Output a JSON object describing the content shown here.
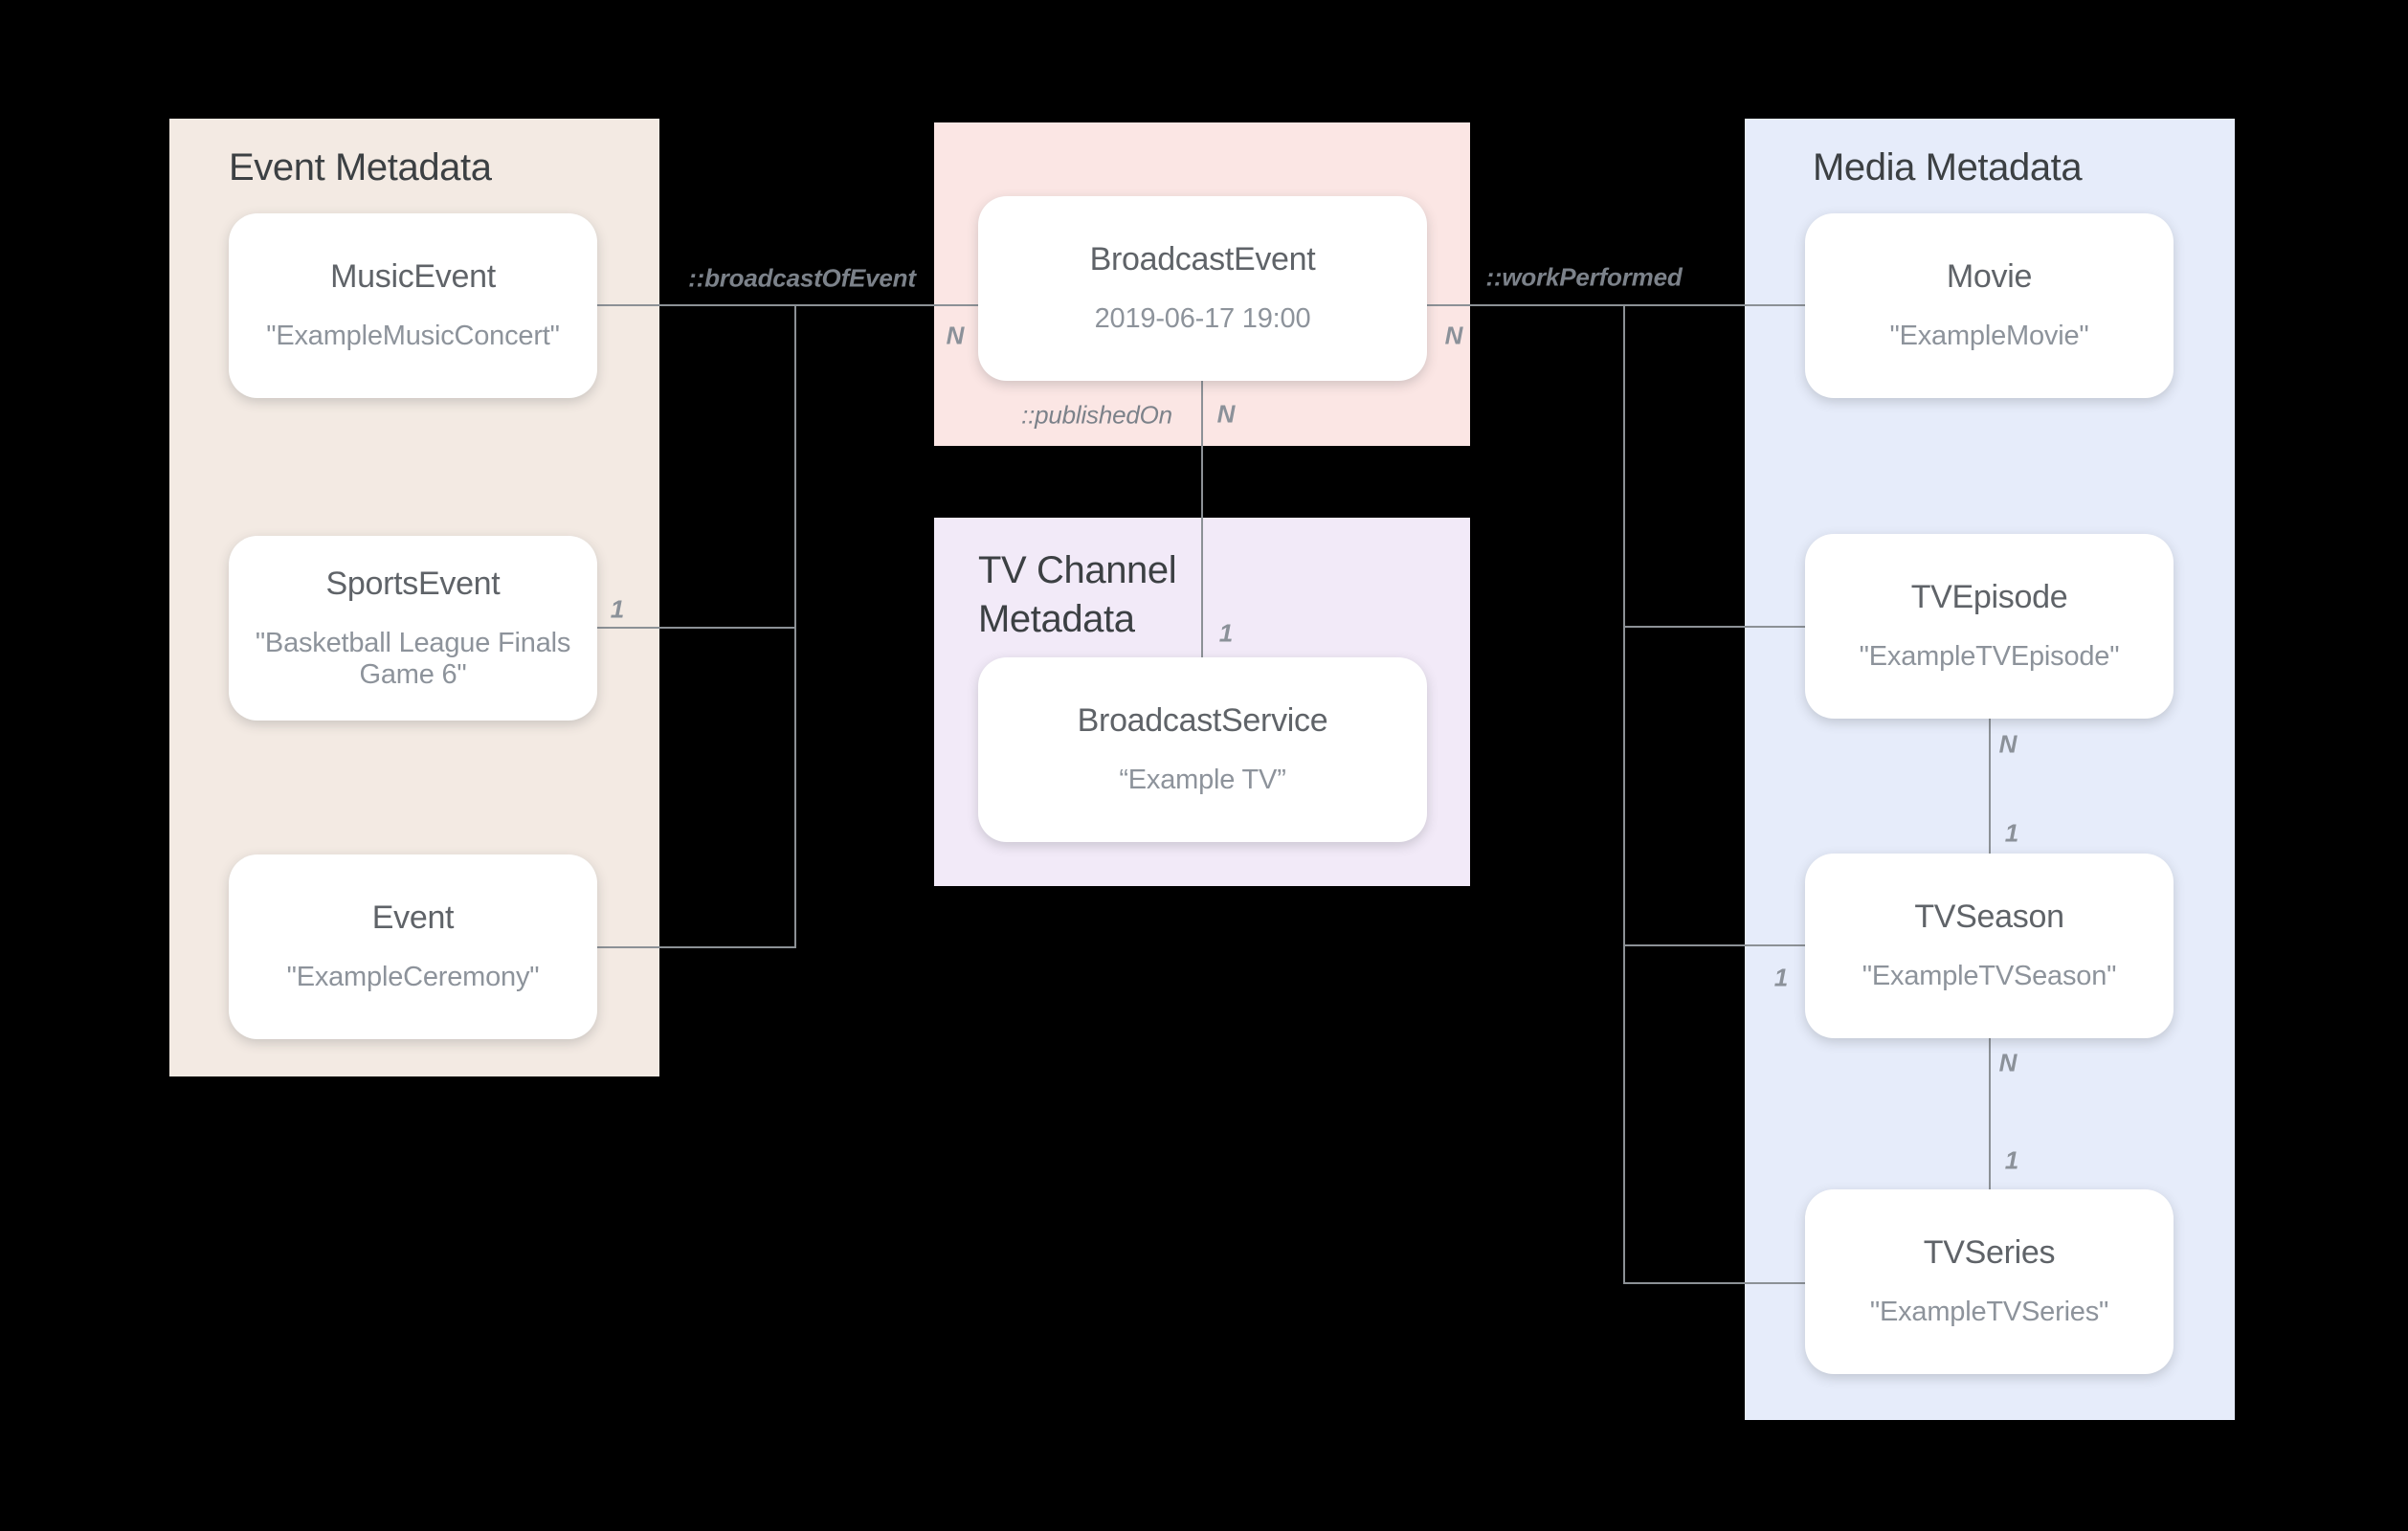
{
  "colors": {
    "background": "#000000",
    "event_panel_bg": "#f3eae3",
    "broadcast_panel_bg": "#fbe6e4",
    "tv_channel_panel_bg": "#f2eaf8",
    "media_panel_bg": "#e6ecfa",
    "card_bg": "#ffffff",
    "panel_title_text": "#3c4043",
    "card_title_text": "#5f6368",
    "card_subtitle_text": "#8d939b",
    "connector_line": "#8c9196",
    "edge_label_text": "#7c828a"
  },
  "panels": {
    "event": {
      "title": "Event Metadata"
    },
    "tv_channel": {
      "title": "TV Channel Metadata"
    },
    "media": {
      "title": "Media Metadata"
    }
  },
  "nodes": {
    "music_event": {
      "title": "MusicEvent",
      "subtitle": "\"ExampleMusicConcert\""
    },
    "sports_event": {
      "title": "SportsEvent",
      "subtitle": "\"Basketball League Finals Game 6\""
    },
    "event": {
      "title": "Event",
      "subtitle": "\"ExampleCeremony\""
    },
    "broadcast_event": {
      "title": "BroadcastEvent",
      "subtitle": "2019-06-17 19:00"
    },
    "broadcast_service": {
      "title": "BroadcastService",
      "subtitle": "“Example TV”"
    },
    "movie": {
      "title": "Movie",
      "subtitle": "\"ExampleMovie\""
    },
    "tv_episode": {
      "title": "TVEpisode",
      "subtitle": "\"ExampleTVEpisode\""
    },
    "tv_season": {
      "title": "TVSeason",
      "subtitle": "\"ExampleTVSeason\""
    },
    "tv_series": {
      "title": "TVSeries",
      "subtitle": "\"ExampleTVSeries\""
    }
  },
  "edges": {
    "broadcast_of_event": "::broadcastOfEvent",
    "published_on": "::publishedOn",
    "work_performed": "::workPerformed"
  },
  "cardinalities": {
    "broadcast_of_event_n": "N",
    "sports_event_1": "1",
    "published_on_n": "N",
    "published_on_1": "1",
    "work_performed_n": "N",
    "tv_season_branch_1": "1",
    "episode_season_n": "N",
    "episode_season_1": "1",
    "season_series_n": "N",
    "season_series_1": "1"
  }
}
